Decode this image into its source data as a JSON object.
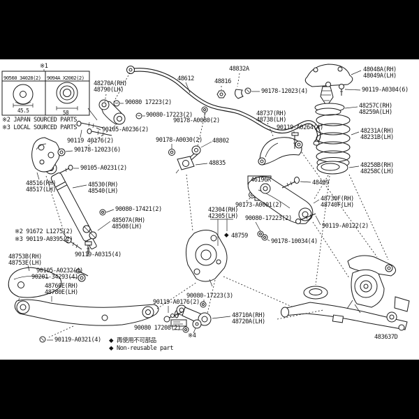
{
  "figure": {
    "code": "483637D"
  },
  "inset_box": {
    "ref_mark": "※1",
    "columns": [
      {
        "part": "90560 34028(2)",
        "dimension": "45.5"
      },
      {
        "part": "9094A X2002(2)",
        "dimension": "58"
      }
    ],
    "notes": [
      "※2 JAPAN SOURCED PARTS",
      "※3 LOCAL SOURCED PARTS"
    ]
  },
  "legend": {
    "marker": "◆",
    "ja": "再使用不可部品",
    "en": "Non-reusable part"
  },
  "ref_marks": {
    "r4": "※4"
  },
  "labels": {
    "l48270a": "48270A(RH)",
    "l48790": "48790(LH)",
    "l90080_17223a": "90080 17223(2)",
    "l90080_17223b": "90080-17223(2)",
    "l48612": "48612",
    "l48816": "48816",
    "l48832a": "48832A",
    "l90178_12023_4": "90178-12023(4)",
    "l90178_a0080": "90178-A0080(2)",
    "l90105_a0236": "90105-A0236(2)",
    "l90119_40176": "90119 40176(2)",
    "l90178_12023_6": "90178-12023(6)",
    "l90105_a0231": "90105-A0231(2)",
    "l90178_a0030": "90178-A0030(2)",
    "l48802": "48802",
    "l48835": "48835",
    "l46196r": "46196R",
    "l48409": "48409",
    "l48737": "48737(RH)",
    "l48738": "48738(LH)",
    "l90119_a0264": "90119-A0264(4)",
    "l48048a": "48048A(RH)",
    "l48049a": "48049A(LH)",
    "l90119_a0304": "90119-A0304(6)",
    "l48257c": "48257C(RH)",
    "l48259a": "48259A(LH)",
    "l48231a": "48231A(RH)",
    "l48231b": "48231B(LH)",
    "l48258b": "48258B(RH)",
    "l48258c": "48258C(LH)",
    "l48730f": "48730F(RH)",
    "l48740f": "48740F(LH)",
    "l90119_a0122": "90119-A0122(2)",
    "l90173_a0001": "90173-A0001(2)",
    "l90080_17223c": "90080-17223(2)",
    "l42304": "42304(RH)",
    "l42305": "42305(LH)",
    "l48759": "48759",
    "l90178_10034": "90178-10034(4)",
    "l48530": "48530(RH)",
    "l48540": "48540(LH)",
    "l48516": "48516(RH)",
    "l48517": "48517(LH)",
    "note_91672": "※2 91672 L1275(2)",
    "note_a0395": "※3 90119-A0395(2)",
    "l90080_17421": "90080-17421(2)",
    "l48507a": "48507A(RH)",
    "l48508": "48508(LH)",
    "l48753b": "48753B(RH)",
    "l48753e": "48753E(LH)",
    "l90119_a0315": "90119-A0315(4)",
    "l90105_a0232": "90105-A0232(4)",
    "l90201_34293": "90201-34293(4)",
    "l48760e": "48760E(RH)",
    "l48780e": "48780E(LH)",
    "l90119_a0321": "90119-A0321(4)",
    "l90119_a0176": "90119-A0176(2)",
    "l90080_17223d": "90080-17223(3)",
    "l90080_17208": "90080 17208(2)",
    "l48710a": "48710A(RH)",
    "l48720a": "48720A(LH)"
  }
}
